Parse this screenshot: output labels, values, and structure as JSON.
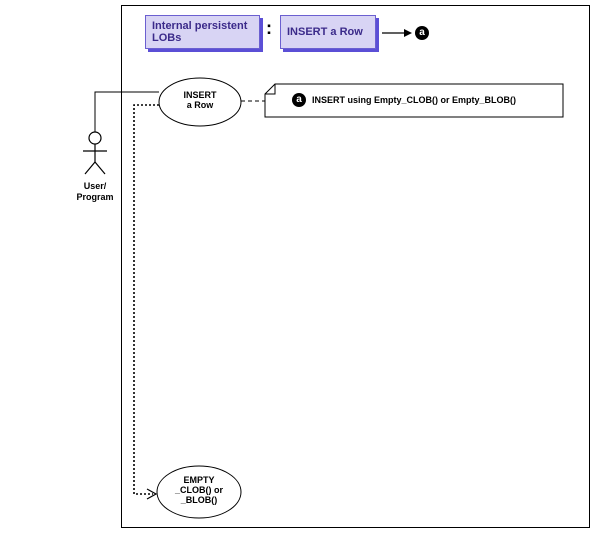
{
  "header": {
    "category_label": "Internal persistent LOBs",
    "separator": ":",
    "topic_label": "INSERT a Row",
    "step_badge": "a"
  },
  "actor": {
    "label_line1": "User/",
    "label_line2": "Program"
  },
  "use_cases": {
    "insert_line1": "INSERT",
    "insert_line2": "a Row",
    "empty_line1": "EMPTY",
    "empty_line2": "_CLOB() or",
    "empty_line3": "_BLOB()"
  },
  "note": {
    "badge": "a",
    "text": "INSERT using Empty_CLOB() or Empty_BLOB()"
  }
}
